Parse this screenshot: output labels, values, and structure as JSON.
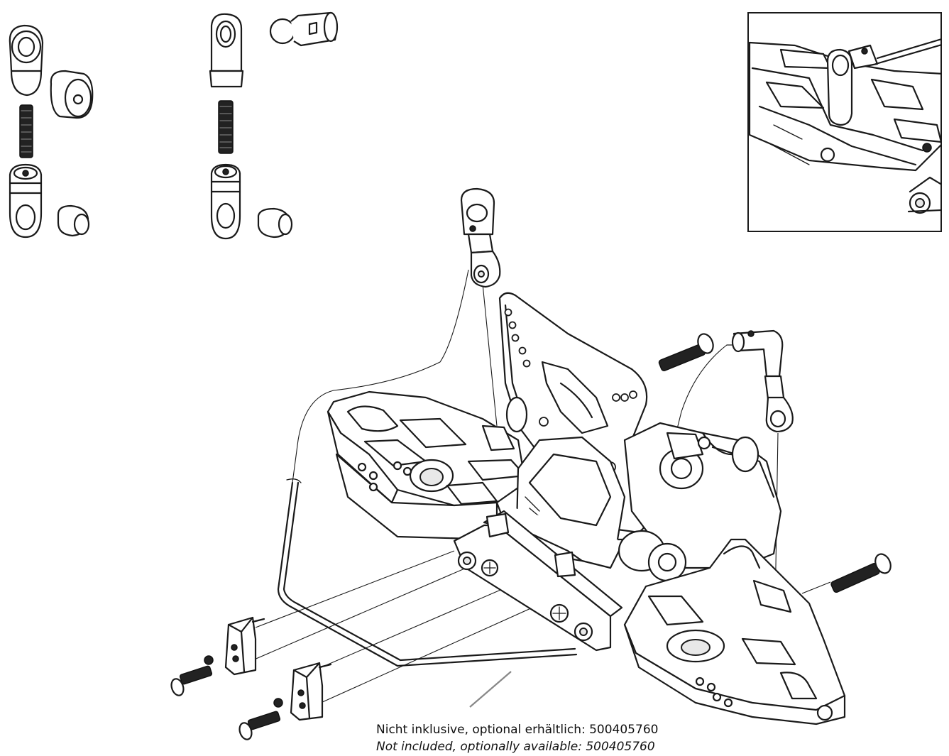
{
  "caption": {
    "german": "Nicht inklusive, optional erhältlich: 500405760",
    "english": "Not included, optionally available: 500405760"
  },
  "icons": {
    "left_linkage": "turnbuckle-linkage-parts",
    "middle_linkage": "turnbuckle-linkage-parts",
    "detail_view": "assembled-detail-inset",
    "main_assembly": "rear-suspension-assembly",
    "sway_bar": "anti-roll-bar"
  }
}
